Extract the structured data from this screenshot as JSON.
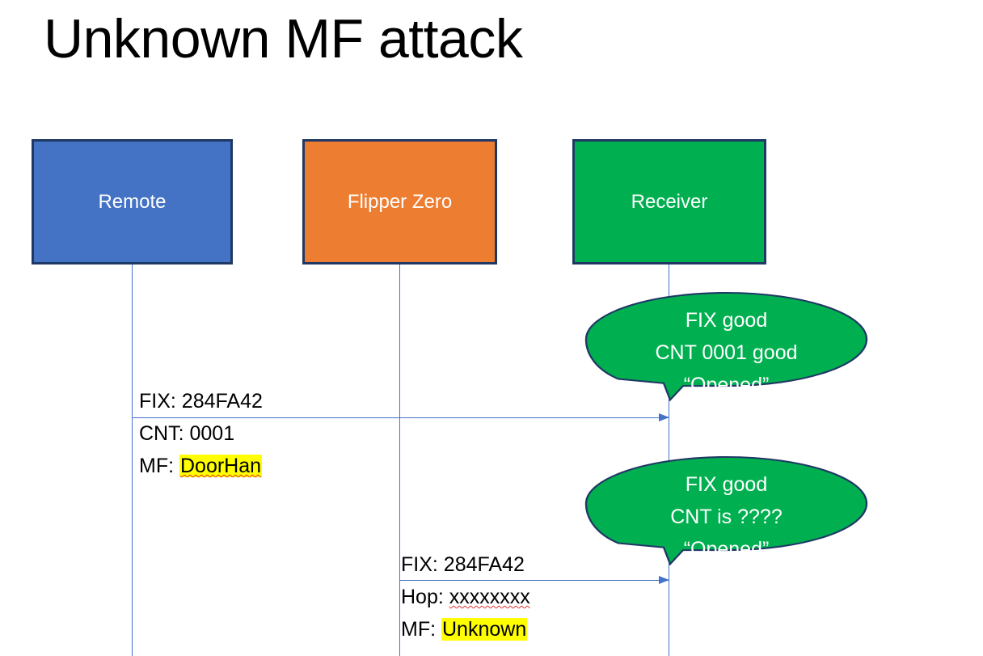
{
  "slide": {
    "title": "Unknown MF attack",
    "background": "#ffffff"
  },
  "colors": {
    "remote_fill": "#4472C4",
    "flipper_fill": "#ED7D31",
    "receiver_fill": "#00B050",
    "box_border": "#1F3864",
    "lifeline": "#4472C4",
    "arrow": "#4472C4",
    "highlight": "#FFFF00",
    "spellcheck_underline": "#E03030",
    "bubble_fill": "#00B050",
    "bubble_border": "#1F3864",
    "bubble_text": "#ffffff",
    "label_text": "#000000"
  },
  "actors": [
    {
      "id": "remote",
      "label": "Remote"
    },
    {
      "id": "flipper",
      "label": "Flipper Zero"
    },
    {
      "id": "receiver",
      "label": "Receiver"
    }
  ],
  "messages": [
    {
      "id": "msg1",
      "from": "remote",
      "to": "receiver",
      "lines": [
        {
          "prefix": "FIX: ",
          "value": "284FA42",
          "highlighted": false,
          "spellcheck_flag": false
        },
        {
          "prefix": "CNT: ",
          "value": "0001",
          "highlighted": false,
          "spellcheck_flag": false
        },
        {
          "prefix": "MF: ",
          "value": "DoorHan",
          "highlighted": true,
          "spellcheck_flag": true
        }
      ]
    },
    {
      "id": "msg2",
      "from": "flipper",
      "to": "receiver",
      "lines": [
        {
          "prefix": "FIX: ",
          "value": "284FA42",
          "highlighted": false,
          "spellcheck_flag": false
        },
        {
          "prefix": "Hop: ",
          "value": "xxxxxxxx",
          "highlighted": false,
          "spellcheck_flag": true
        },
        {
          "prefix": "MF: ",
          "value": "Unknown",
          "highlighted": true,
          "spellcheck_flag": false
        }
      ]
    }
  ],
  "bubbles": [
    {
      "id": "bubble1",
      "owner": "receiver",
      "lines": [
        "FIX good",
        "CNT 0001 good",
        "“Opened”"
      ]
    },
    {
      "id": "bubble2",
      "owner": "receiver",
      "lines": [
        "FIX good",
        "CNT is ????",
        "“Opened”"
      ]
    }
  ]
}
